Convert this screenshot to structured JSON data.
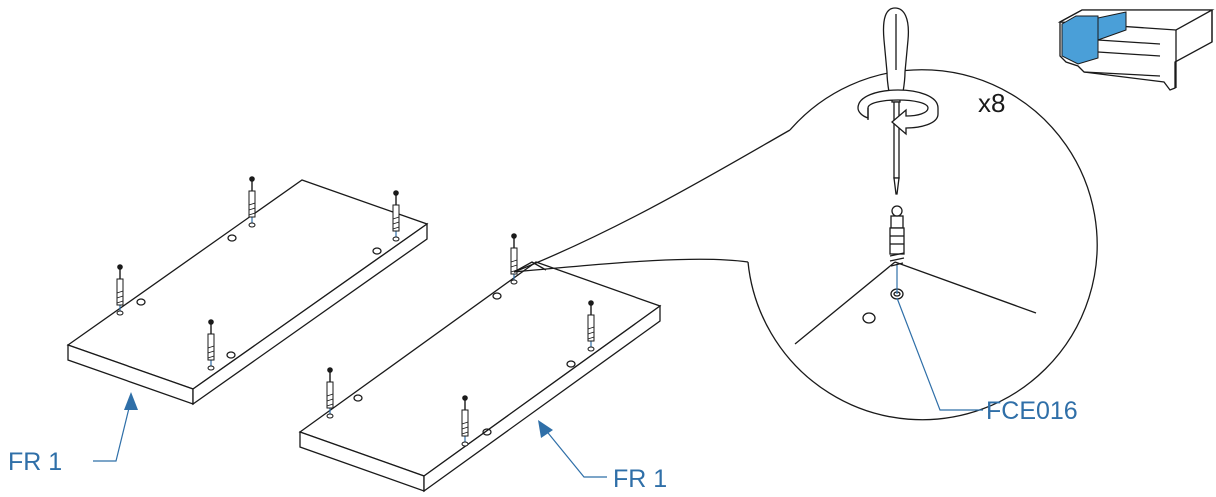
{
  "labels": {
    "panel_left": "FR 1",
    "panel_right": "FR 1",
    "hardware_code": "FCE016",
    "quantity": "x8"
  },
  "icons": [
    "screwdriver-icon",
    "rotation-arrow-icon",
    "cam-bolt-icon",
    "furniture-thumbnail-icon"
  ],
  "colors": {
    "accent": "#2f6fa8",
    "highlight_fill": "#4a9fd8",
    "line": "#1a1a1a"
  }
}
